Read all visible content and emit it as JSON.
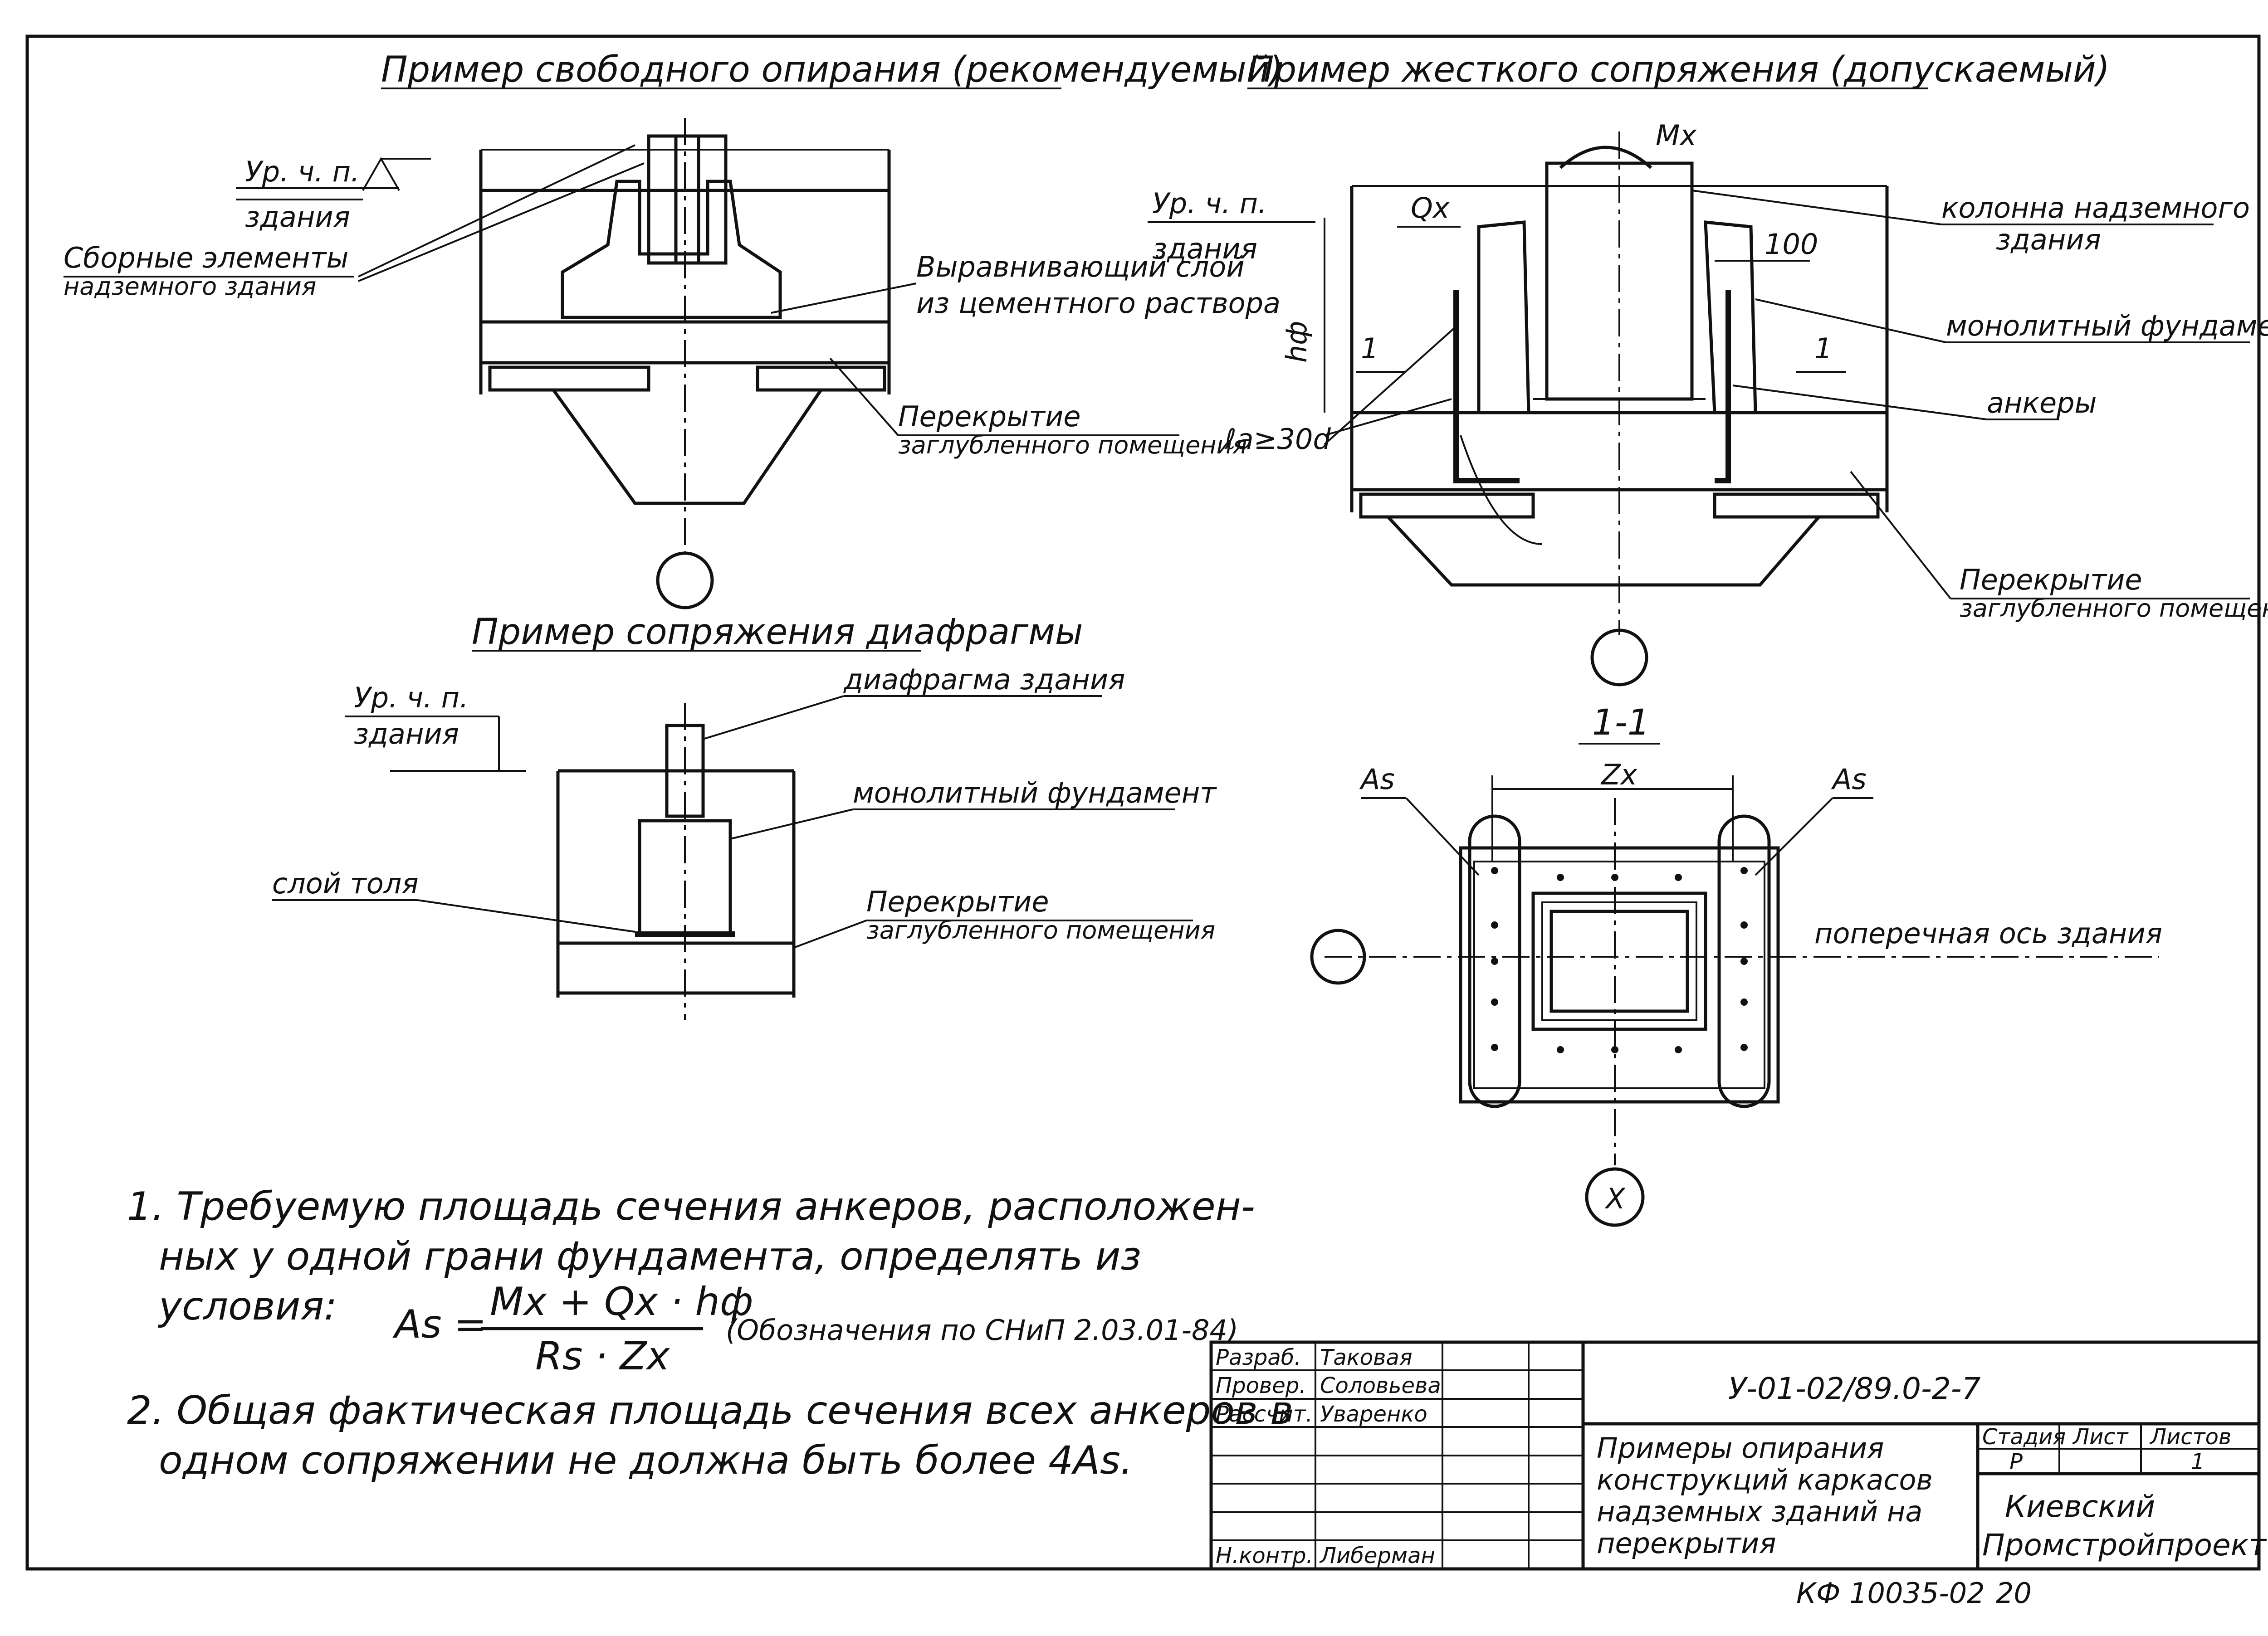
{
  "sheet": {
    "view1_title": "Пример свободного опирания (рекомендуемый)",
    "view2_title": "Пример жесткого сопряжения (допускаемый)",
    "view3_title": "Пример сопряжения диафрагмы",
    "section_title": "1-1",
    "section_dim": "Zx",
    "labels": {
      "floor_level_1": "Ур. ч. п.",
      "floor_level_1b": "здания",
      "prefab": "Сборные элементы",
      "prefab_b": "надземного здания",
      "leveling": "Выравнивающий слой",
      "leveling_b": "из цементного раствора",
      "slab": "Перекрытие",
      "slab_b": "заглубленного помещения",
      "floor_level_2": "Ур. ч. п.",
      "floor_level_2b": "здания",
      "qx": "Qx",
      "mx": "Mx",
      "hf": "hф",
      "dim100": "100",
      "cut_left": "1",
      "cut_right": "1",
      "la": "ℓa≥30d",
      "column": "колонна надземного",
      "column_b": "здания",
      "monolith": "монолитный фундамент",
      "anchors": "анкеры",
      "slab2": "Перекрытие",
      "slab2_b": "заглубленного помещения",
      "floor_level_3": "Ур. ч. п.",
      "floor_level_3b": "здания",
      "diaphragm": "диафрагма здания",
      "monolith3": "монолитный фундамент",
      "tar": "слой толя",
      "slab3": "Перекрытие",
      "slab3_b": "заглубленного помещения",
      "as_left": "As",
      "as_right": "As",
      "axis": "поперечная ось здания",
      "axis_x": "X"
    }
  },
  "notes": {
    "n1_line1": "1. Требуемую площадь сечения анкеров, расположен-",
    "n1_line2": "ных у одной грани фундамента, определять из",
    "n1_line3": "условия:",
    "formula_lhs": "As =",
    "formula_num": "Mx + Qx · hф",
    "formula_den": "Rs · Zx",
    "formula_ref": "(Обозначения по СНиП 2.03.01-84)",
    "n2_line1": "2. Общая фактическая площадь сечения всех анкеров в",
    "n2_line2": "одном сопряжении не должна быть более 4As."
  },
  "title_block": {
    "roles": [
      "Разраб.",
      "Провер.",
      "Рассчит.",
      "",
      "",
      "",
      "",
      "Н.контр."
    ],
    "names": [
      "Таковая",
      "Соловьева",
      "Уваренко",
      "",
      "",
      "",
      "",
      "Либерман"
    ],
    "code": "У-01-02/89.0-2-7",
    "title_l1": "Примеры опирания",
    "title_l2": "конструкций каркасов",
    "title_l3": "надземных зданий на",
    "title_l4": "перекрытия",
    "h_stage": "Стадия",
    "h_sheet": "Лист",
    "h_sheets": "Листов",
    "v_stage": "Р",
    "v_sheet": "",
    "v_sheets": "1",
    "org_l1": "Киевский",
    "org_l2": "Промстройпроект",
    "below_code": "КФ 10035-02",
    "below_num": "20"
  }
}
